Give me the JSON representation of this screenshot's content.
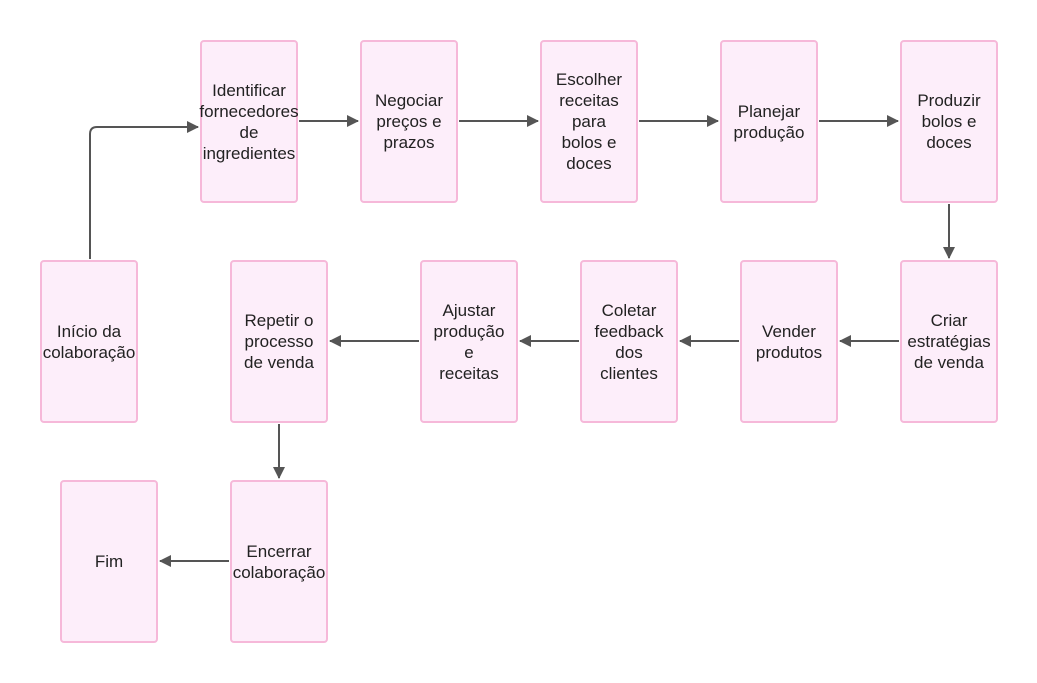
{
  "nodes": {
    "start": "Início da\ncolaboração",
    "identify": "Identificar\nfornecedores\nde\ningredientes",
    "negotiate": "Negociar\npreços e\nprazos",
    "choose": "Escolher\nreceitas\npara\nbolos e\ndoces",
    "plan": "Planejar\nprodução",
    "produce": "Produzir\nbolos e\ndoces",
    "strategies": "Criar\nestratégias\nde venda",
    "sell": "Vender\nprodutos",
    "feedback": "Coletar\nfeedback\ndos\nclientes",
    "adjust": "Ajustar\nprodução\ne\nreceitas",
    "repeat": "Repetir o\nprocesso\nde venda",
    "close": "Encerrar\ncolaboração",
    "end": "Fim"
  },
  "colors": {
    "node_fill": "#fdeefa",
    "node_border": "#f6b8d9",
    "connector": "#555555",
    "text": "#222222"
  }
}
